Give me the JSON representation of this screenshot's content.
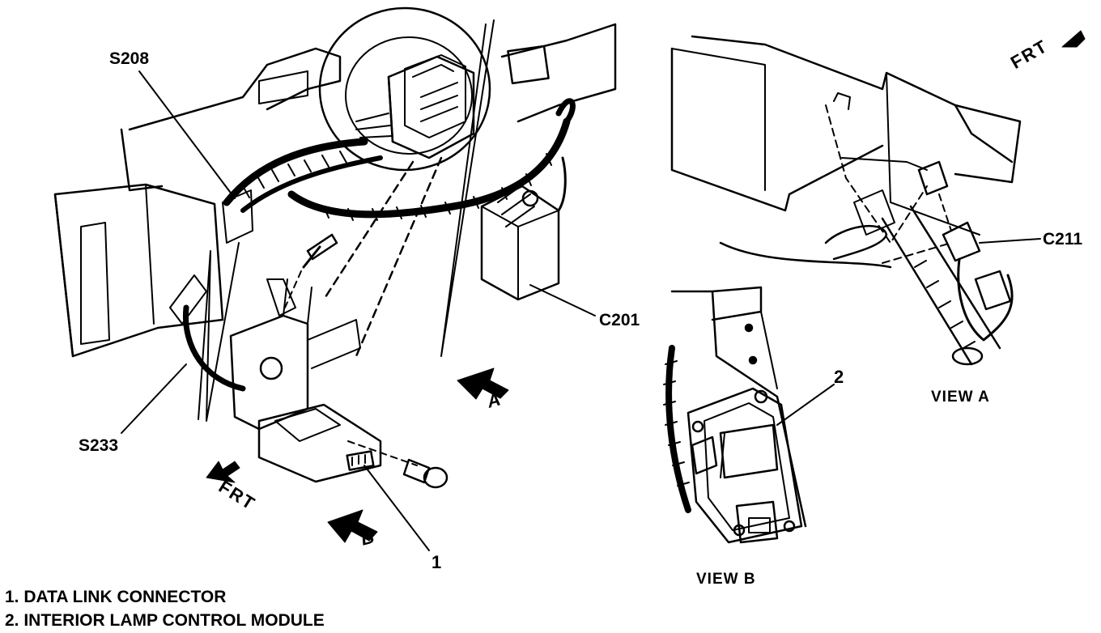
{
  "labels": {
    "s208": "S208",
    "c201": "C201",
    "s233": "S233",
    "c211": "C211",
    "view_a": "VIEW A",
    "view_b": "VIEW B",
    "arrow_a": "A",
    "arrow_b": "B",
    "frt": "FRT",
    "callout_1": "1",
    "callout_2": "2"
  },
  "legend": [
    "1. DATA LINK CONNECTOR",
    "2. INTERIOR LAMP CONTROL MODULE"
  ]
}
